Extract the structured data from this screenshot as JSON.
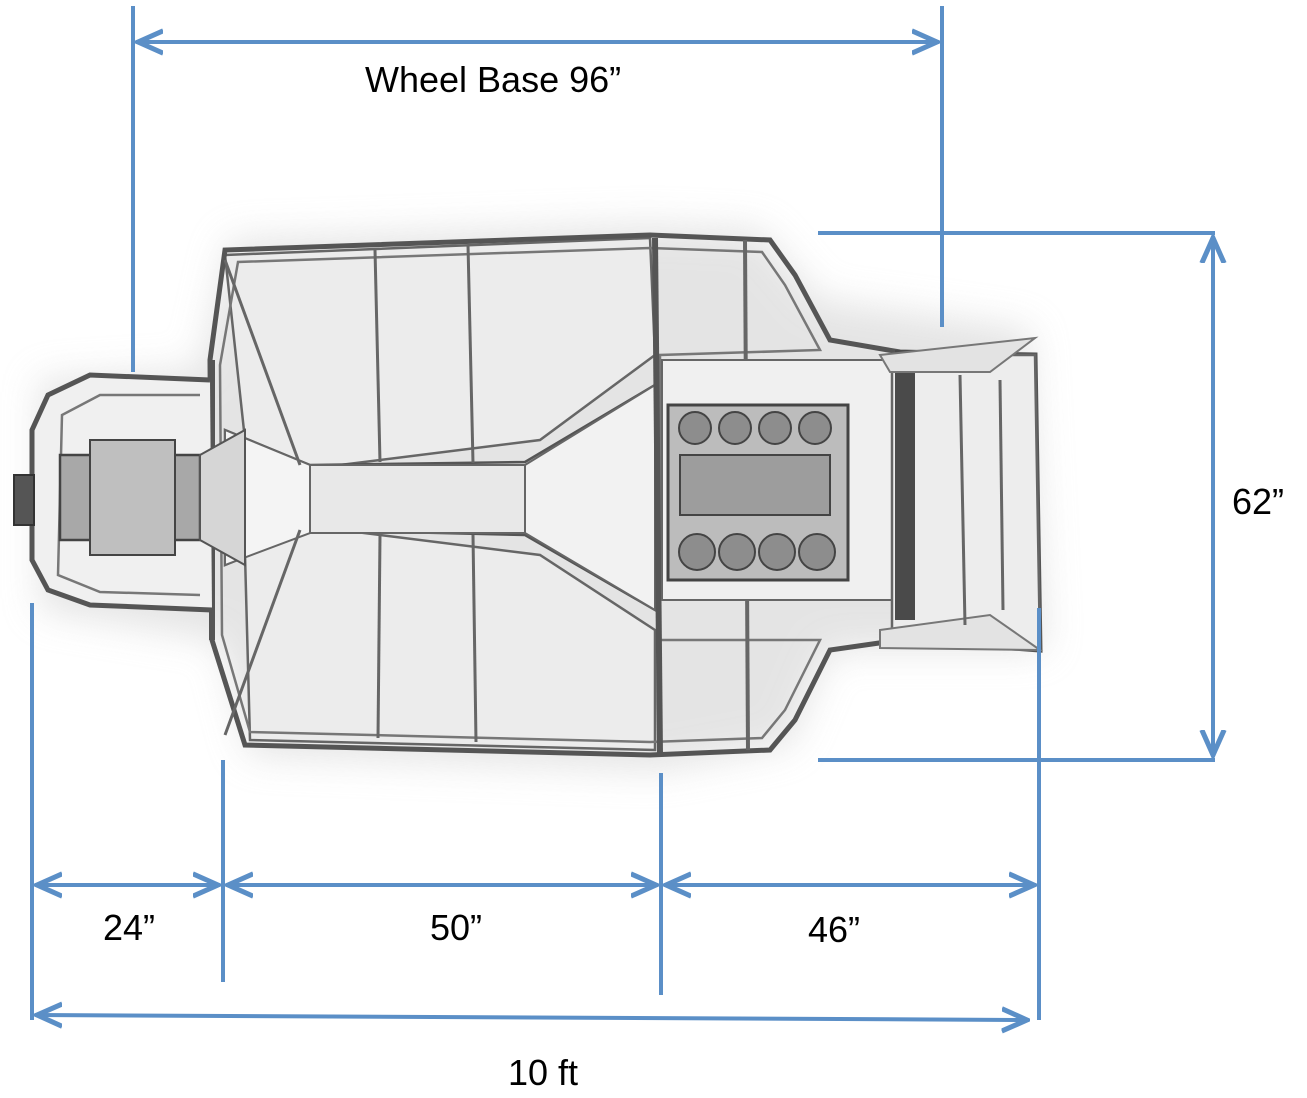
{
  "dimensions": {
    "wheel_base": "Wheel Base 96”",
    "width": "62”",
    "front_section": "24”",
    "middle_section": "50”",
    "rear_section": "46”",
    "overall_length": "10 ft"
  },
  "colors": {
    "dimension_line": "#5b8fc7",
    "frame_stroke": "#555555",
    "panel_fill": "#e6e6e6",
    "engine_fill": "#bdbdbd",
    "label": "#000000"
  }
}
